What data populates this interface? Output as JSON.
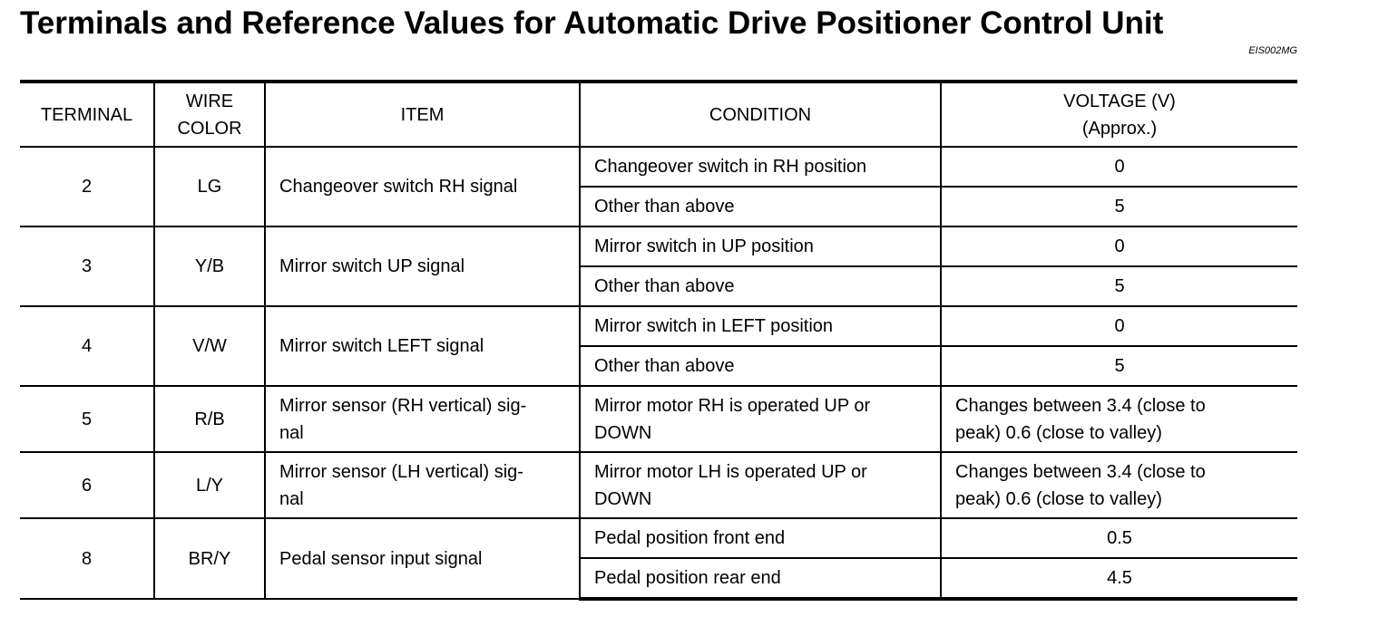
{
  "doc": {
    "title": "Terminals and Reference Values for Automatic Drive Positioner Control Unit",
    "code": "EIS002MG"
  },
  "table": {
    "headers": {
      "terminal": "TERMINAL",
      "wire_color_1": "WIRE",
      "wire_color_2": "COLOR",
      "item": "ITEM",
      "condition": "CONDITION",
      "voltage_1": "VOLTAGE (V)",
      "voltage_2": "(Approx.)"
    },
    "rows": [
      {
        "terminal": "2",
        "wire_color": "LG",
        "item": "Changeover switch RH signal",
        "conditions": [
          {
            "condition": "Changeover switch in RH position",
            "voltage": "0"
          },
          {
            "condition": "Other than above",
            "voltage": "5"
          }
        ]
      },
      {
        "terminal": "3",
        "wire_color": "Y/B",
        "item": "Mirror switch UP signal",
        "conditions": [
          {
            "condition": "Mirror switch in UP position",
            "voltage": "0"
          },
          {
            "condition": "Other than above",
            "voltage": "5"
          }
        ]
      },
      {
        "terminal": "4",
        "wire_color": "V/W",
        "item": "Mirror switch LEFT signal",
        "conditions": [
          {
            "condition": "Mirror switch in LEFT position",
            "voltage": "0"
          },
          {
            "condition": "Other than above",
            "voltage": "5"
          }
        ]
      },
      {
        "terminal": "5",
        "wire_color": "R/B",
        "item_1": "Mirror sensor (RH vertical) sig-",
        "item_2": "nal",
        "condition_1": "Mirror motor RH is operated UP or",
        "condition_2": "DOWN",
        "voltage_1": "Changes between 3.4 (close to",
        "voltage_2": "peak) 0.6 (close to valley)"
      },
      {
        "terminal": "6",
        "wire_color": "L/Y",
        "item_1": "Mirror sensor (LH vertical) sig-",
        "item_2": "nal",
        "condition_1": "Mirror motor LH is operated UP or",
        "condition_2": "DOWN",
        "voltage_1": "Changes between 3.4 (close to",
        "voltage_2": "peak) 0.6 (close to valley)"
      },
      {
        "terminal": "8",
        "wire_color": "BR/Y",
        "item": "Pedal sensor input signal",
        "conditions": [
          {
            "condition": "Pedal position front end",
            "voltage": "0.5"
          },
          {
            "condition": "Pedal position rear end",
            "voltage": "4.5"
          }
        ]
      }
    ]
  }
}
